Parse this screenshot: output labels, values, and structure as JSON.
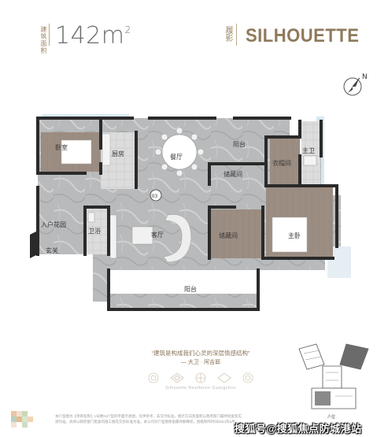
{
  "header": {
    "area_label": "建筑面积",
    "area_value": "142m",
    "area_unit_sup": "2",
    "layout_label": "履影",
    "layout_name": "SILHOUETTE"
  },
  "compass": {
    "letter": "N"
  },
  "floorplan": {
    "rooms": {
      "bedroom_left": "卧室",
      "kitchen": "厨房",
      "dining": "餐厅",
      "balcony_top": "阳台",
      "storage_top": "储藏间",
      "cloakroom": "衣帽间",
      "master_bath": "主卫",
      "entry_garden": "入户花园",
      "bathroom": "卫浴",
      "living": "客厅",
      "storage_mid": "储藏间",
      "master_bedroom": "主卧",
      "balcony_bottom": "阳台",
      "entrance": "玄关"
    },
    "view_marker": "03"
  },
  "quote": {
    "text": "“建筑是构成我们心灵的深层情感结构”",
    "author": "— 大卫 · 阿吉耶"
  },
  "brand_caption": "Silhouette Residence Guangzhou",
  "keymap": {
    "unit_label": "户型"
  },
  "footer": {
    "disclaimer": "本户型图为【项目名称】1号楼02户型的平面示意图，仅供参考，非交付标准，图示方向及面积以政府部门最终批复及实测为准。具体以政府部门批复的施工图及交房标准为准。本公司对户型图保留最终解释权，图纸制作时间2024年5月。",
    "watermark": "搜狐号@搜狐焦点防城港站"
  },
  "colors": {
    "gold": "#9a8160",
    "marble": "#b9bbbc",
    "wood": "#9a8a7e",
    "glass": "#cfe3ee"
  }
}
